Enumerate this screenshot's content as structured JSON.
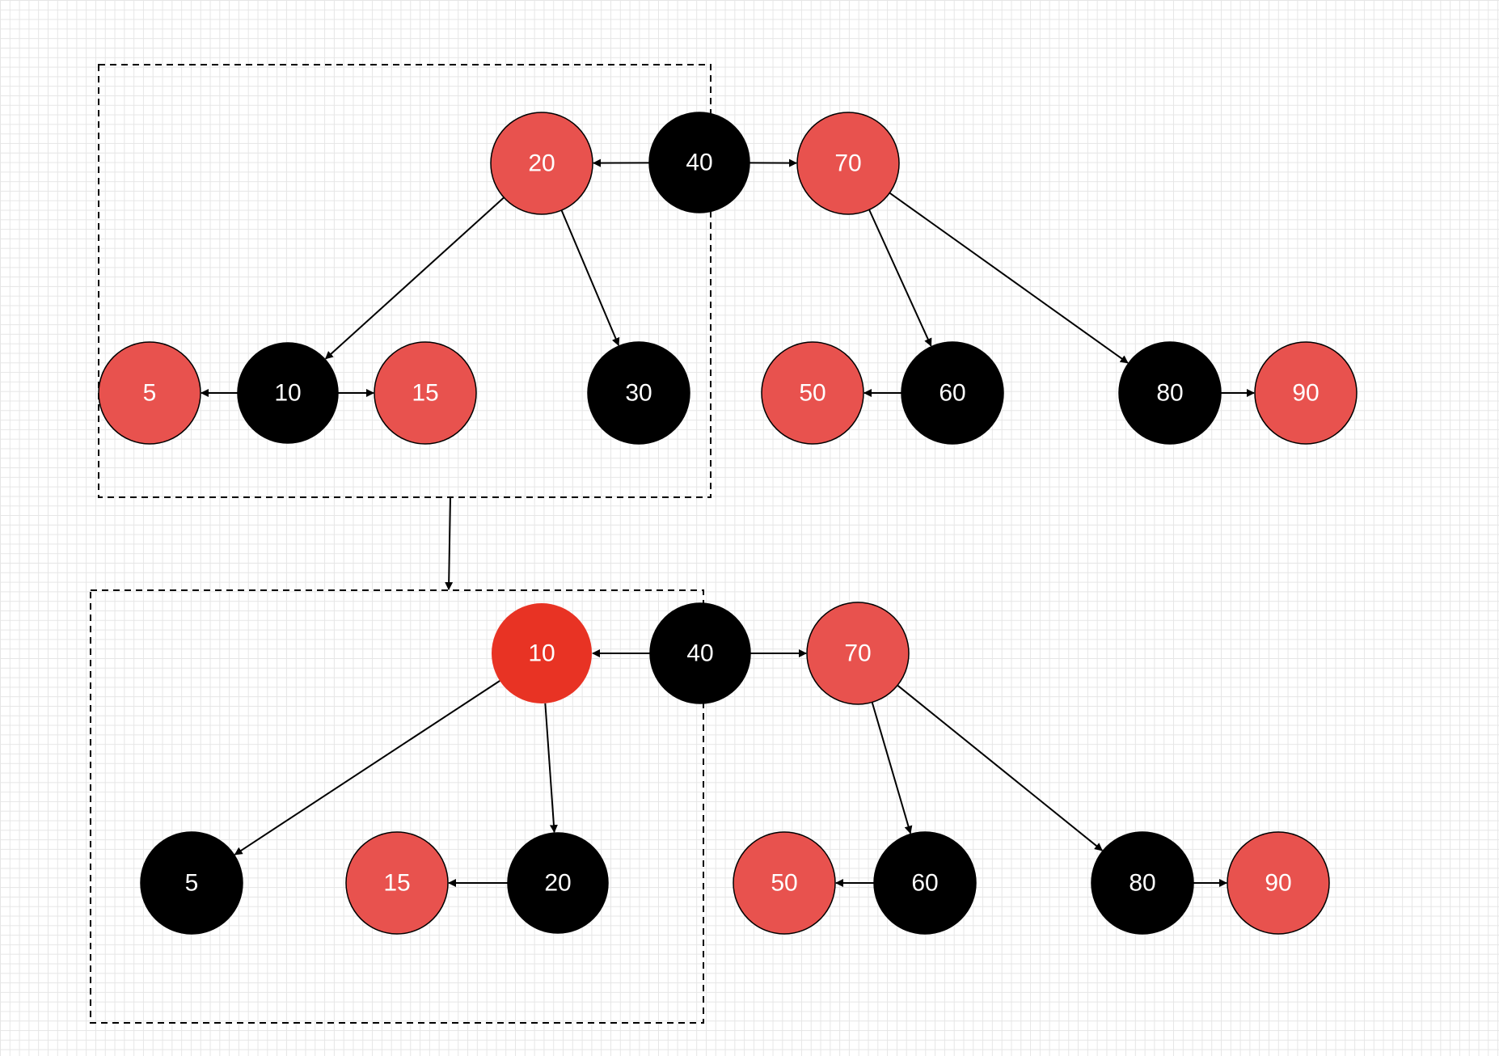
{
  "colors": {
    "red_node": "#e8524e",
    "highlight_red_node": "#e83324",
    "black_node": "#000000",
    "label": "#ffffff",
    "stroke": "#000000"
  },
  "panels": [
    {
      "name": "before",
      "nodes": [
        {
          "id": "b40",
          "label": "40",
          "color": "black"
        },
        {
          "id": "b20",
          "label": "20",
          "color": "red"
        },
        {
          "id": "b70",
          "label": "70",
          "color": "red"
        },
        {
          "id": "b5",
          "label": "5",
          "color": "red"
        },
        {
          "id": "b10",
          "label": "10",
          "color": "black"
        },
        {
          "id": "b15",
          "label": "15",
          "color": "red"
        },
        {
          "id": "b30",
          "label": "30",
          "color": "black"
        },
        {
          "id": "b50",
          "label": "50",
          "color": "red"
        },
        {
          "id": "b60",
          "label": "60",
          "color": "black"
        },
        {
          "id": "b80",
          "label": "80",
          "color": "black"
        },
        {
          "id": "b90",
          "label": "90",
          "color": "red"
        }
      ],
      "edges": [
        {
          "from": "b40",
          "to": "b20"
        },
        {
          "from": "b40",
          "to": "b70"
        },
        {
          "from": "b20",
          "to": "b10"
        },
        {
          "from": "b20",
          "to": "b30"
        },
        {
          "from": "b10",
          "to": "b5"
        },
        {
          "from": "b10",
          "to": "b15"
        },
        {
          "from": "b70",
          "to": "b60"
        },
        {
          "from": "b70",
          "to": "b80"
        },
        {
          "from": "b60",
          "to": "b50"
        },
        {
          "from": "b80",
          "to": "b90"
        }
      ]
    },
    {
      "name": "after",
      "nodes": [
        {
          "id": "a40",
          "label": "40",
          "color": "black"
        },
        {
          "id": "a10",
          "label": "10",
          "color": "highlight_red"
        },
        {
          "id": "a70",
          "label": "70",
          "color": "red"
        },
        {
          "id": "a5",
          "label": "5",
          "color": "black"
        },
        {
          "id": "a15",
          "label": "15",
          "color": "red"
        },
        {
          "id": "a20",
          "label": "20",
          "color": "black"
        },
        {
          "id": "a50",
          "label": "50",
          "color": "red"
        },
        {
          "id": "a60",
          "label": "60",
          "color": "black"
        },
        {
          "id": "a80",
          "label": "80",
          "color": "black"
        },
        {
          "id": "a90",
          "label": "90",
          "color": "red"
        }
      ],
      "edges": [
        {
          "from": "a40",
          "to": "a10"
        },
        {
          "from": "a40",
          "to": "a70"
        },
        {
          "from": "a10",
          "to": "a5"
        },
        {
          "from": "a10",
          "to": "a20"
        },
        {
          "from": "a20",
          "to": "a15"
        },
        {
          "from": "a70",
          "to": "a60"
        },
        {
          "from": "a70",
          "to": "a80"
        },
        {
          "from": "a60",
          "to": "a50"
        },
        {
          "from": "a80",
          "to": "a90"
        }
      ]
    }
  ],
  "transition": {
    "from": "before",
    "to": "after"
  }
}
